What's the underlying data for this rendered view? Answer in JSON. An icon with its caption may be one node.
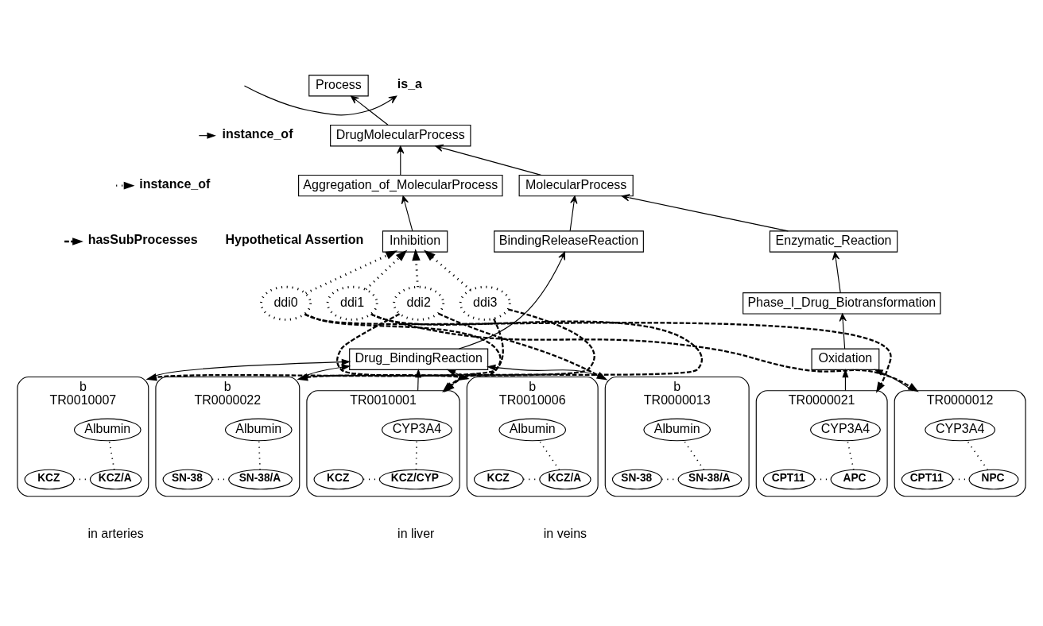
{
  "diagram": {
    "nodes": [
      {
        "text": [
          "Process"
        ]
      },
      {
        "text": [
          "DrugMolecularProcess"
        ]
      },
      {
        "text": [
          "MolecularProcess"
        ]
      },
      {
        "text": [
          "Aggregation_of_MolecularProcess"
        ]
      },
      {
        "text": [
          "Enzymatic_Reaction"
        ]
      },
      {
        "text": [
          "BindingReleaseReaction"
        ]
      },
      {
        "text": [
          "Inhibition"
        ]
      },
      {
        "text": [
          "Phase_I_Drug_Biotransformation"
        ]
      },
      {
        "text": [
          "Oxidation"
        ]
      },
      {
        "text": [
          "ddi0"
        ]
      },
      {
        "text": [
          "ddi1"
        ]
      },
      {
        "text": [
          "Drug_BindingReaction"
        ]
      },
      {
        "text": [
          "ddi2"
        ]
      },
      {
        "text": [
          "ddi3"
        ]
      },
      {
        "text": [],
        "shape": "ellipse",
        "beside": [
          "TR0000021"
        ]
      },
      {
        "text": [
          "CYP3A4"
        ],
        "in": 14
      },
      {
        "text": [
          "CPT11"
        ],
        "in": 14
      },
      {
        "text": [
          "APC"
        ],
        "in": 14
      },
      {
        "text": [],
        "shape": "ellipse",
        "beside": [
          "TR0010001"
        ]
      },
      {
        "text": [
          "CYP3A4"
        ],
        "in": 18
      },
      {
        "text": [
          "KCZ"
        ],
        "in": 18
      },
      {
        "text": [
          "KCZ/CYP"
        ],
        "in": 18
      },
      {
        "text": [],
        "shape": "ellipse",
        "beside": [
          "TR0000012"
        ]
      },
      {
        "text": [
          "CYP3A4"
        ],
        "in": 22
      },
      {
        "text": [
          "CPT11"
        ],
        "in": 22
      },
      {
        "text": [
          "NPC"
        ],
        "in": 22
      },
      {
        "text": [
          "b"
        ],
        "beside": [
          "TR0000013"
        ]
      },
      {
        "text": [
          "Albumin"
        ],
        "in": 26
      },
      {
        "text": [
          "SN-38"
        ],
        "in": 26
      },
      {
        "text": [
          "SN-38/A"
        ],
        "in": 26
      },
      {
        "text": [
          "b"
        ],
        "beside": [
          "TR0010006"
        ]
      },
      {
        "text": [
          "Albumin"
        ],
        "in": 30
      },
      {
        "text": [
          "KCZ"
        ],
        "in": 30
      },
      {
        "text": [
          "KCZ/A"
        ],
        "in": 30
      },
      {
        "text": [
          "b"
        ],
        "beside": [
          "TR0000022"
        ]
      },
      {
        "text": [
          "Albumin"
        ],
        "in": 34
      },
      {
        "text": [
          "SN-38"
        ],
        "in": 34
      },
      {
        "text": [
          "SN-38/A"
        ],
        "in": 34
      },
      {
        "text": [
          "b"
        ],
        "beside": [
          "TR0010007"
        ]
      },
      {
        "text": [
          "Albumin"
        ],
        "in": 38
      },
      {
        "text": [
          "KCZ"
        ],
        "in": 38
      },
      {
        "text": [
          "KCZ/A"
        ],
        "in": 38
      }
    ],
    "edges": [
      {
        "from": 1,
        "to": 0,
        "arrow": "to"
      },
      {
        "from": 2,
        "to": 1,
        "arrow": "to"
      },
      {
        "from": 3,
        "to": 1,
        "arrow": "to"
      },
      {
        "from": 4,
        "to": 2,
        "arrow": "to"
      },
      {
        "from": 5,
        "to": 2,
        "arrow": "to"
      },
      {
        "from": 6,
        "to": 3,
        "arrow": "to"
      },
      {
        "from": 7,
        "to": 4,
        "arrow": "to"
      },
      {
        "from": 8,
        "to": 7,
        "arrow": "to"
      },
      {
        "from": 11,
        "to": 5,
        "arrow": "to"
      },
      {
        "from": 14,
        "to": 8,
        "arrow": "to"
      },
      {
        "from": 22,
        "to": 8,
        "arrow": "to"
      },
      {
        "from": 18,
        "to": 11,
        "arrow": "to"
      },
      {
        "from": 26,
        "to": 11,
        "arrow": "to"
      },
      {
        "from": 30,
        "to": 11,
        "arrow": "to"
      },
      {
        "from": 34,
        "to": 11,
        "arrow": "to"
      },
      {
        "from": 38,
        "to": 11,
        "arrow": "to"
      },
      {
        "from": 9,
        "to": 6,
        "arrow": "to",
        "style": "dashed"
      },
      {
        "from": 10,
        "to": 6,
        "arrow": "to",
        "style": "dashed"
      },
      {
        "from": 12,
        "to": 6,
        "arrow": "to",
        "style": "dashed"
      },
      {
        "from": 13,
        "to": 6,
        "arrow": "to",
        "style": "dashed"
      },
      {
        "from": 9,
        "to": 14,
        "arrow": "to",
        "style": "dashed"
      },
      {
        "from": 9,
        "to": 18,
        "arrow": "to",
        "style": "dashed"
      },
      {
        "from": 10,
        "to": 18,
        "arrow": "to",
        "style": "dashed"
      },
      {
        "from": 10,
        "to": 22,
        "arrow": "to",
        "style": "dashed"
      },
      {
        "from": 12,
        "to": 26,
        "arrow": "to",
        "style": "dashed"
      },
      {
        "from": 12,
        "to": 30,
        "arrow": "to",
        "style": "dashed"
      },
      {
        "from": 13,
        "to": 34,
        "arrow": "to",
        "style": "dashed"
      },
      {
        "from": 13,
        "to": 38,
        "arrow": "to",
        "style": "dashed"
      },
      {
        "from": 15,
        "to": 17,
        "arrow": "none",
        "style": "dashed"
      },
      {
        "from": 16,
        "to": 17,
        "arrow": "none",
        "style": "dashed"
      },
      {
        "from": 19,
        "to": 21,
        "arrow": "none",
        "style": "dashed"
      },
      {
        "from": 20,
        "to": 21,
        "arrow": "none",
        "style": "dashed"
      },
      {
        "from": 23,
        "to": 25,
        "arrow": "none",
        "style": "dashed"
      },
      {
        "from": 24,
        "to": 25,
        "arrow": "none",
        "style": "dashed"
      },
      {
        "from": 27,
        "to": 29,
        "arrow": "none",
        "style": "dashed"
      },
      {
        "from": 28,
        "to": 29,
        "arrow": "none",
        "style": "dashed"
      },
      {
        "from": 31,
        "to": 33,
        "arrow": "none",
        "style": "dashed"
      },
      {
        "from": 32,
        "to": 33,
        "arrow": "none",
        "style": "dashed"
      },
      {
        "from": 35,
        "to": 37,
        "arrow": "none",
        "style": "dashed"
      },
      {
        "from": 36,
        "to": 37,
        "arrow": "none",
        "style": "dashed"
      },
      {
        "from": 39,
        "to": 41,
        "arrow": "none",
        "style": "dashed"
      },
      {
        "from": 40,
        "to": 41,
        "arrow": "none",
        "style": "dashed"
      }
    ],
    "labels": [
      "Hypothetical Assertion",
      "in liver",
      "in veins",
      "in arteries"
    ],
    "legend": [
      {
        "text": "is_a"
      },
      {
        "text": "instance_of"
      },
      {
        "text": "instance_of"
      },
      {
        "text": "hasSubProcesses"
      }
    ]
  }
}
